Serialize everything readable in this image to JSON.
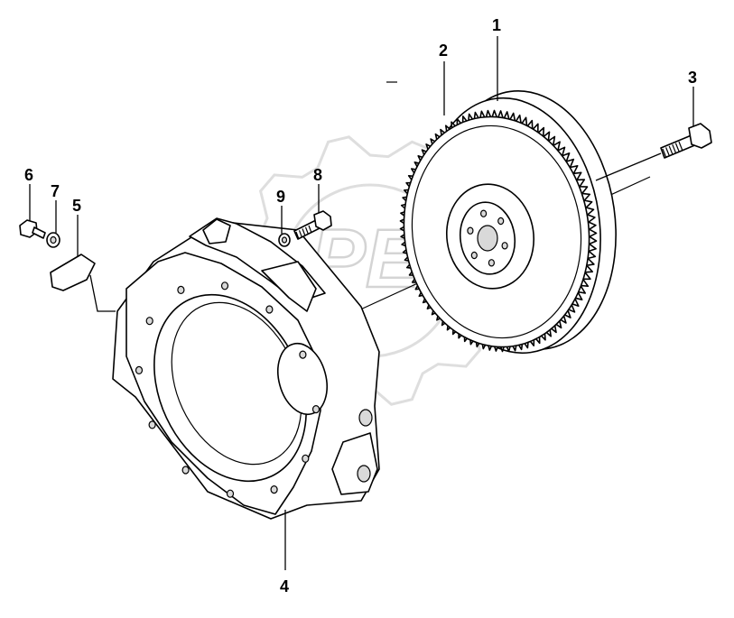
{
  "diagram": {
    "watermark_text": "OPEX",
    "callouts": [
      {
        "id": "c1",
        "label": "1"
      },
      {
        "id": "c2",
        "label": "2"
      },
      {
        "id": "c3",
        "label": "3"
      },
      {
        "id": "c4",
        "label": "4"
      },
      {
        "id": "c5",
        "label": "5"
      },
      {
        "id": "c6",
        "label": "6"
      },
      {
        "id": "c7",
        "label": "7"
      },
      {
        "id": "c8",
        "label": "8"
      },
      {
        "id": "c9",
        "label": "9"
      }
    ]
  }
}
